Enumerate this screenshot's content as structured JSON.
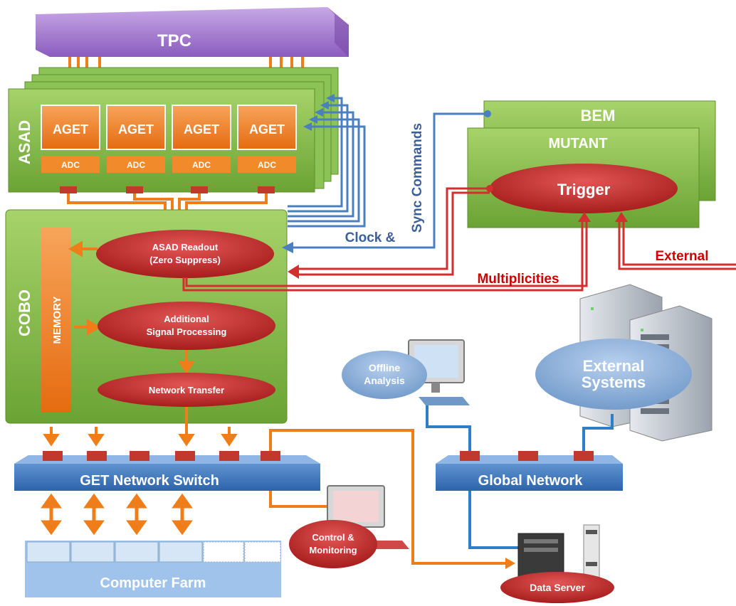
{
  "tpc": "TPC",
  "asad": "ASAD",
  "aget_labels": [
    "AGET",
    "AGET",
    "AGET",
    "AGET"
  ],
  "adc_labels": [
    "ADC",
    "ADC",
    "ADC",
    "ADC"
  ],
  "bem": "BEM",
  "mutant": "MUTANT",
  "trigger": "Trigger",
  "sync_commands": "Sync Commands",
  "clock": "Clock &",
  "external": "External",
  "multiplicities": "Multiplicities",
  "cobo": "COBO",
  "memory": "MEMORY",
  "asad_readout": [
    "ASAD Readout",
    "(Zero Suppress)"
  ],
  "signal_processing": [
    "Additional",
    "Signal Processing"
  ],
  "network_transfer": "Network Transfer",
  "get_switch": "GET Network Switch",
  "global_network": "Global Network",
  "computer_farm": "Computer Farm",
  "control_monitoring": [
    "Control &",
    "Monitoring"
  ],
  "offline_analysis": [
    "Offline",
    "Analysis"
  ],
  "external_systems": [
    "External",
    "Systems"
  ],
  "data_server": "Data Server",
  "colors": {
    "green": "#7cb342",
    "orange": "#ef7d1a",
    "red": "#c62828",
    "blue": "#3d7ac2",
    "purple": "#9b6fc4"
  }
}
